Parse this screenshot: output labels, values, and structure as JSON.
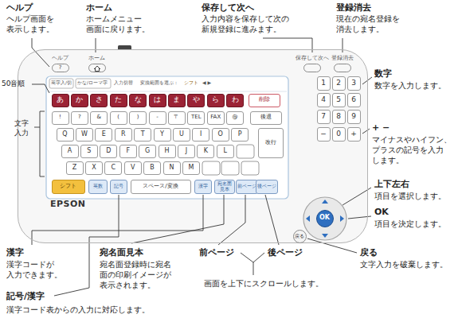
{
  "diagram": {
    "nodes": [
      {
        "text": [
          "EPSON"
        ]
      },
      {
        "text": [
          "ヘルプ",
          "?"
        ],
        "in": 0
      },
      {
        "text": [
          "ホーム"
        ],
        "in": 0
      },
      {
        "text": [
          "保存して次へ"
        ],
        "in": 0
      },
      {
        "text": [
          "登録消去"
        ],
        "in": 0
      },
      {
        "text": [
          "あ"
        ],
        "in": 0
      },
      {
        "text": [
          "か"
        ],
        "in": 0
      },
      {
        "text": [
          "さ"
        ],
        "in": 0
      },
      {
        "text": [
          "た"
        ],
        "in": 0
      },
      {
        "text": [
          "な"
        ],
        "in": 0
      },
      {
        "text": [
          "は"
        ],
        "in": 0
      },
      {
        "text": [
          "ま"
        ],
        "in": 0
      },
      {
        "text": [
          "や"
        ],
        "in": 0
      },
      {
        "text": [
          "ら"
        ],
        "in": 0
      },
      {
        "text": [
          "わ"
        ],
        "in": 0
      },
      {
        "text": [
          "削除"
        ],
        "in": 0
      },
      {
        "text": [
          "!"
        ],
        "in": 0
      },
      {
        "text": [
          "?"
        ],
        "in": 0
      },
      {
        "text": [
          "&"
        ],
        "in": 0
      },
      {
        "text": [
          "("
        ],
        "in": 0
      },
      {
        "text": [
          ")"
        ],
        "in": 0
      },
      {
        "text": [
          "-"
        ],
        "in": 0
      },
      {
        "text": [
          "〒"
        ],
        "in": 0
      },
      {
        "text": [
          "TEL"
        ],
        "in": 0
      },
      {
        "text": [
          "FAX"
        ],
        "in": 0
      },
      {
        "text": [
          "@"
        ],
        "in": 0
      },
      {
        "text": [
          "後退"
        ],
        "in": 0
      },
      {
        "text": [
          "Q"
        ],
        "in": 0
      },
      {
        "text": [
          "W"
        ],
        "in": 0
      },
      {
        "text": [
          "E"
        ],
        "in": 0
      },
      {
        "text": [
          "R"
        ],
        "in": 0
      },
      {
        "text": [
          "T"
        ],
        "in": 0
      },
      {
        "text": [
          "Y"
        ],
        "in": 0
      },
      {
        "text": [
          "U"
        ],
        "in": 0
      },
      {
        "text": [
          "I"
        ],
        "in": 0
      },
      {
        "text": [
          "O"
        ],
        "in": 0
      },
      {
        "text": [
          "P"
        ],
        "in": 0
      },
      {
        "text": [
          "A"
        ],
        "in": 0
      },
      {
        "text": [
          "S"
        ],
        "in": 0
      },
      {
        "text": [
          "D"
        ],
        "in": 0
      },
      {
        "text": [
          "F"
        ],
        "in": 0
      },
      {
        "text": [
          "G"
        ],
        "in": 0
      },
      {
        "text": [
          "H"
        ],
        "in": 0
      },
      {
        "text": [
          "J"
        ],
        "in": 0
      },
      {
        "text": [
          "K"
        ],
        "in": 0
      },
      {
        "text": [
          "L"
        ],
        "in": 0
      },
      {
        "text": [
          "改行"
        ],
        "in": 0
      },
      {
        "text": [
          "Z"
        ],
        "in": 0
      },
      {
        "text": [
          "X"
        ],
        "in": 0
      },
      {
        "text": [
          "C"
        ],
        "in": 0
      },
      {
        "text": [
          "V"
        ],
        "in": 0
      },
      {
        "text": [
          "B"
        ],
        "in": 0
      },
      {
        "text": [
          "N"
        ],
        "in": 0
      },
      {
        "text": [
          "M"
        ],
        "in": 0
      },
      {
        "text": [
          "シフト"
        ],
        "in": 0
      },
      {
        "text": [
          "英数"
        ],
        "in": 0
      },
      {
        "text": [
          "記号"
        ],
        "in": 0
      },
      {
        "text": [
          "スペース/変換"
        ],
        "in": 0
      },
      {
        "text": [
          "漢字"
        ],
        "in": 0
      },
      {
        "text": [
          "宛名面 見本"
        ],
        "in": 0
      },
      {
        "text": [
          "前ページ"
        ],
        "in": 0
      },
      {
        "text": [
          "後ページ"
        ],
        "in": 0
      },
      {
        "text": [
          "1"
        ],
        "in": 0
      },
      {
        "text": [
          "2"
        ],
        "in": 0
      },
      {
        "text": [
          "3"
        ],
        "in": 0
      },
      {
        "text": [
          "4"
        ],
        "in": 0
      },
      {
        "text": [
          "5"
        ],
        "in": 0
      },
      {
        "text": [
          "6"
        ],
        "in": 0
      },
      {
        "text": [
          "7"
        ],
        "in": 0
      },
      {
        "text": [
          "8"
        ],
        "in": 0
      },
      {
        "text": [
          "9"
        ],
        "in": 0
      },
      {
        "text": [
          "−"
        ],
        "in": 0
      },
      {
        "text": [
          "0"
        ],
        "in": 0
      },
      {
        "text": [
          "+"
        ],
        "in": 0
      },
      {
        "text": [
          "OK"
        ],
        "in": 0
      },
      {
        "text": [
          "戻る"
        ],
        "in": 0
      }
    ],
    "labels": [
      "ヘルプ",
      "ヘルプ画面を 表示します。",
      "ホーム",
      "ホームメニュー 画面に戻ります。",
      "保存して次へ",
      "入力内容を保存して次の 新規登録に進みます。",
      "登録消去",
      "現在の宛名登録を 消去します。",
      "50音順",
      "文字 入力",
      "数字",
      "数字を入力します。",
      "+ −",
      "マイナスやハイフン、 プラスの記号を入力 します。",
      "上下左右",
      "項目を選択します。",
      "OK",
      "項目を決定します。",
      "戻る",
      "文字入力を破棄します。",
      "漢字",
      "漢字コードが 入力できます。",
      "宛名面見本",
      "宛名面登録時に宛名 面の印刷イメージが 表示されます。",
      "前ページ",
      "後ページ",
      "画面を上下にスクロールします。",
      "記号/漢字",
      "漢字コード表からの入力に対応します。",
      "英字入/切",
      "かな/ローマ字",
      "入力切替",
      "変換範囲を選ぶ：",
      "シフト",
      "◀ ▶"
    ]
  }
}
